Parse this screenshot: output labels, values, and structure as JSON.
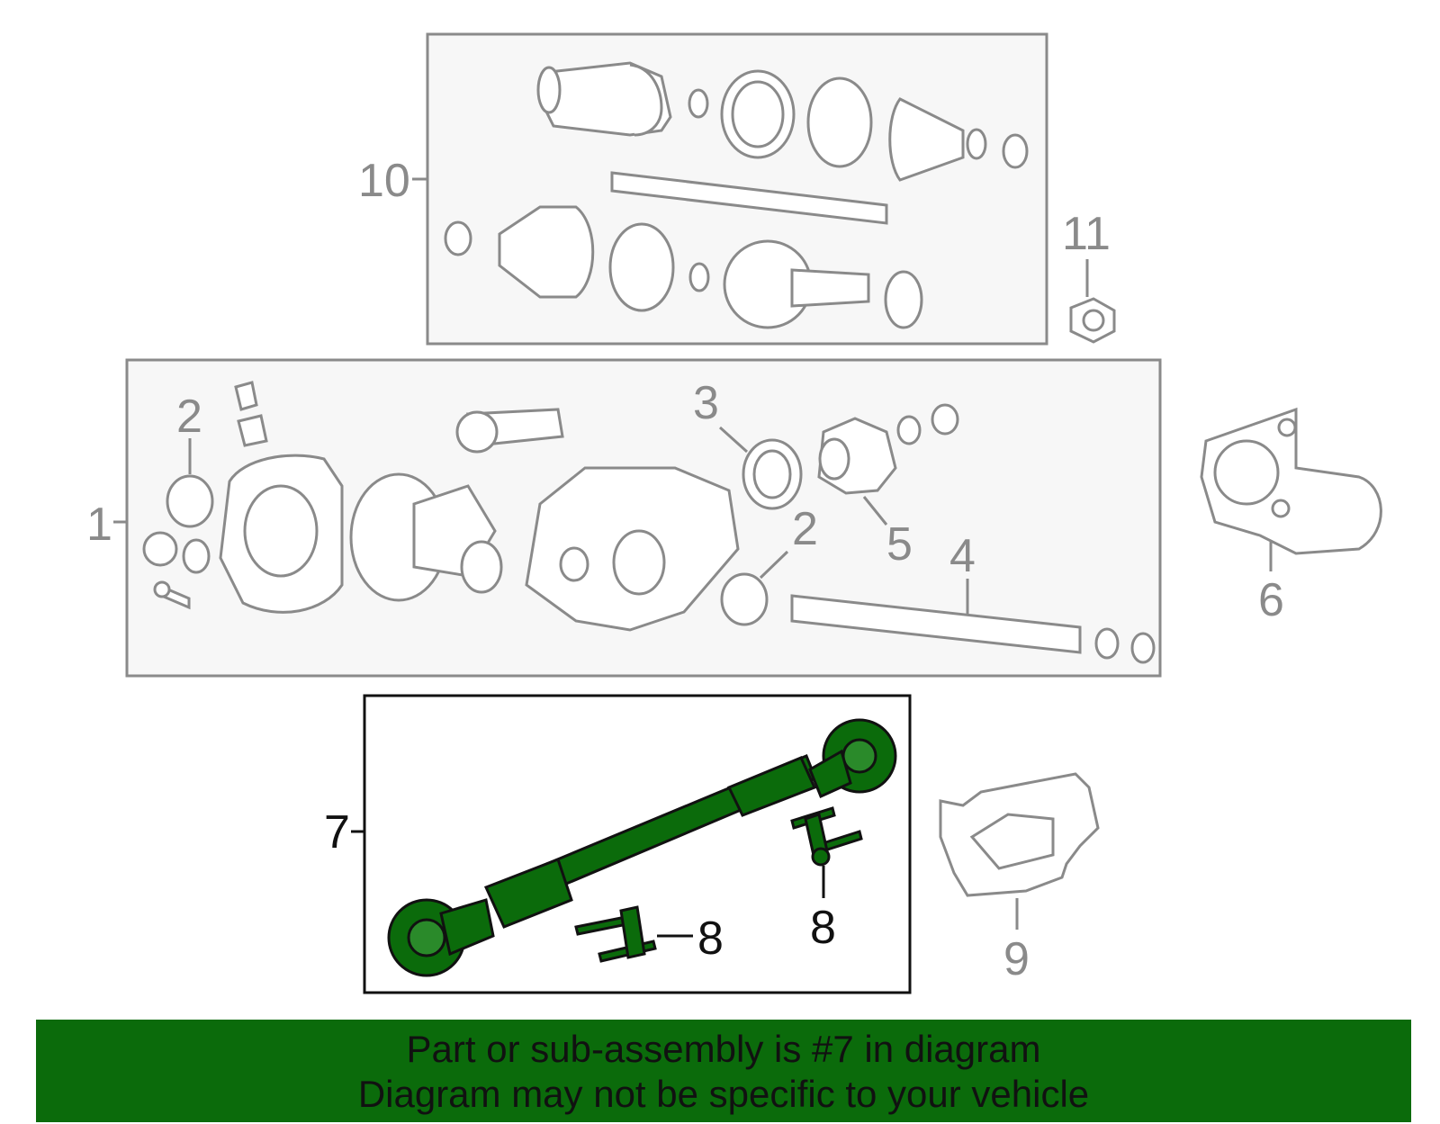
{
  "callouts": {
    "c10": "10",
    "c11": "11",
    "c1": "1",
    "c2a": "2",
    "c3": "3",
    "c2b": "2",
    "c5": "5",
    "c4": "4",
    "c6": "6",
    "c7": "7",
    "c8a": "8",
    "c8b": "8",
    "c9": "9"
  },
  "banner": {
    "line1": "Part or sub-assembly is #7 in diagram",
    "line2": "Diagram may not be specific to your vehicle"
  },
  "colors": {
    "highlight": "#0b6b0b",
    "line": "#8a8a8a",
    "box_fill": "#f7f7f7"
  }
}
